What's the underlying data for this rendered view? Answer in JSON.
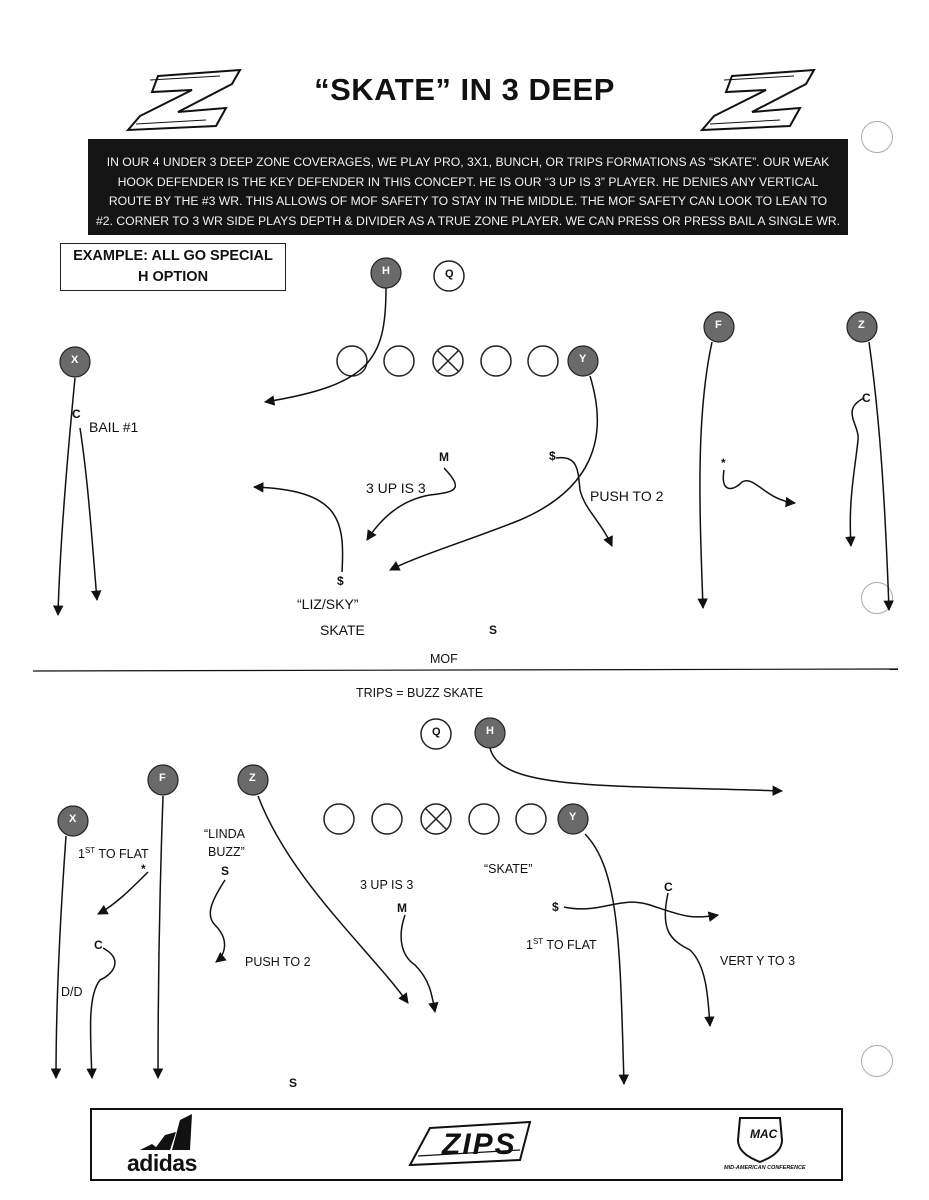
{
  "title": "“SKATE” IN 3 DEEP",
  "intro_lines": [
    "IN OUR 4 UNDER 3 DEEP ZONE COVERAGES, WE PLAY PRO, 3X1, BUNCH, OR TRIPS FORMATIONS AS “SKATE”. OUR WEAK",
    "HOOK DEFENDER IS THE KEY DEFENDER IN THIS CONCEPT. HE IS OUR “3 UP IS 3” PLAYER. HE DENIES ANY VERTICAL",
    "ROUTE BY THE #3 WR. THIS ALLOWS OF MOF SAFETY TO STAY IN THE MIDDLE. THE MOF SAFETY CAN LOOK TO LEAN TO",
    "#2. CORNER TO 3 WR SIDE PLAYS DEPTH & DIVIDER AS A TRUE ZONE PLAYER. WE CAN PRESS OR PRESS BAIL A SINGLE WR."
  ],
  "diagram1": {
    "example_line1": "EXAMPLE: ALL GO SPECIAL",
    "example_line2": "H OPTION",
    "players": {
      "h": "H",
      "q": "Q",
      "x": "X",
      "y": "Y",
      "f": "F",
      "z": "Z"
    },
    "defenders": {
      "c_left": "C",
      "c_right": "C",
      "m": "M",
      "dollar_y": "$",
      "dollar_liz": "$",
      "star": "*",
      "s": "S"
    },
    "labels": {
      "bail": "BAIL #1",
      "three_up": "3 UP IS 3",
      "push": "PUSH TO 2",
      "liz_sky": "“LIZ/SKY”",
      "skate": "SKATE",
      "mof": "MOF"
    }
  },
  "diagram2": {
    "title": "TRIPS = BUZZ SKATE",
    "players": {
      "q": "Q",
      "h": "H",
      "x": "X",
      "f": "F",
      "z": "Z",
      "y": "Y"
    },
    "defenders": {
      "star": "*",
      "c_left": "C",
      "s_linda": "S",
      "m": "M",
      "dollar": "$",
      "c_right": "C",
      "s_deep": "S"
    },
    "labels": {
      "first_flat_left": "1",
      "first_flat_left_sup": "ST",
      "first_flat_left_rest": " TO FLAT",
      "linda": "“LINDA",
      "buzz": "BUZZ”",
      "dd": "D/D",
      "push": "PUSH TO 2",
      "three_up": "3 UP IS 3",
      "skate_q": "“SKATE”",
      "first_flat_right": "1",
      "first_flat_right_sup": "ST",
      "first_flat_right_rest": " TO FLAT",
      "vert": "VERT Y TO 3"
    }
  },
  "footer": {
    "adidas": "adidas",
    "zips": "ZIPS",
    "mac_line1": "MAC",
    "mac_line2": "MID-AMERICAN CONFERENCE"
  },
  "colors": {
    "player_fill": "#6a6a6a",
    "banner_bg": "#141414",
    "ink": "#111111"
  }
}
